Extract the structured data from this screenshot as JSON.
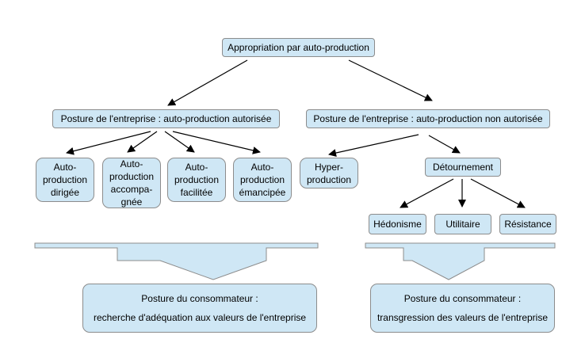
{
  "root": {
    "label": "Appropriation par auto-production"
  },
  "left": {
    "header": "Posture de l'entreprise : auto-production autorisée",
    "items": [
      "Auto-\nproduction\ndirigée",
      "Auto-\nproduction\naccompa-\ngnée",
      "Auto-\nproduction\nfacilitée",
      "Auto-\nproduction\némancipée"
    ],
    "consumer": {
      "title": "Posture du consommateur :",
      "text": "recherche d'adéquation aux valeurs de l'entreprise"
    }
  },
  "right": {
    "header": "Posture de l'entreprise : auto-production non autorisée",
    "hyper": "Hyper-\nproduction",
    "detour": "Détournement",
    "subitems": [
      "Hédonisme",
      "Utilitaire",
      "Résistance"
    ],
    "consumer": {
      "title": "Posture du consommateur :",
      "text": "transgression des valeurs de l'entreprise"
    }
  },
  "colors": {
    "box_fill": "#cfe7f5",
    "box_border": "#8c8c8c",
    "arrow": "#000000"
  }
}
